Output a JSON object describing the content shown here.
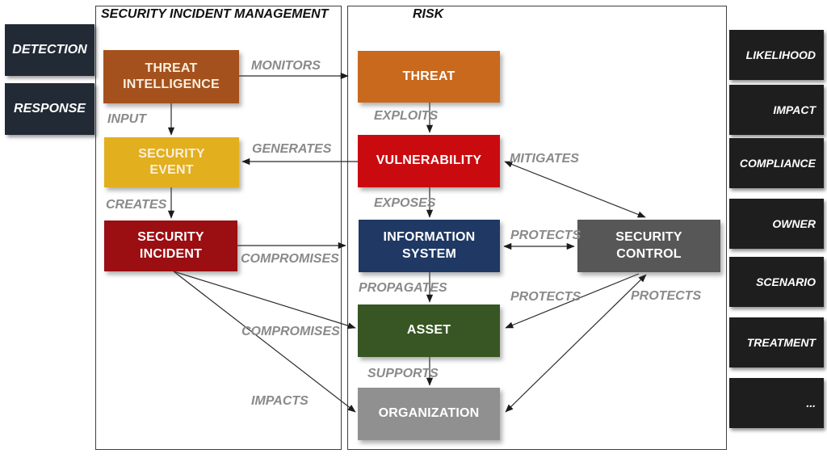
{
  "side_left": {
    "items": [
      {
        "label": "DETECTION"
      },
      {
        "label": "RESPONSE"
      }
    ],
    "bg_color": "#222A35"
  },
  "panels": {
    "sim": {
      "title": "SECURITY INCIDENT MANAGEMENT"
    },
    "risk": {
      "title": "RISK"
    }
  },
  "nodes": {
    "threat_intelligence": {
      "label": "THREAT\nINTELLIGENCE",
      "color": "#A5511E"
    },
    "security_event": {
      "label": "SECURITY\nEVENT",
      "color": "#E2AF1E"
    },
    "security_incident": {
      "label": "SECURITY\nINCIDENT",
      "color": "#9B0E11"
    },
    "threat": {
      "label": "THREAT",
      "color": "#C8691E"
    },
    "vulnerability": {
      "label": "VULNERABILITY",
      "color": "#C90B10"
    },
    "information_system": {
      "label": "INFORMATION\nSYSTEM",
      "color": "#1F3864"
    },
    "asset": {
      "label": "ASSET",
      "color": "#375623"
    },
    "organization": {
      "label": "ORGANIZATION",
      "color": "#909090"
    },
    "security_control": {
      "label": "SECURITY\nCONTROL",
      "color": "#575757"
    }
  },
  "edges": {
    "monitors": {
      "label": "MONITORS",
      "from": "threat_intelligence",
      "to": "threat"
    },
    "input": {
      "label": "INPUT",
      "from": "threat_intelligence",
      "to": "security_event"
    },
    "generates": {
      "label": "GENERATES",
      "from": "vulnerability",
      "to": "security_event"
    },
    "creates": {
      "label": "CREATES",
      "from": "security_event",
      "to": "security_incident"
    },
    "compromises_information_system": {
      "label": "COMPROMISES",
      "from": "security_incident",
      "to": "information_system"
    },
    "compromises_asset": {
      "label": "COMPROMISES",
      "from": "security_incident",
      "to": "asset"
    },
    "impacts": {
      "label": "IMPACTS",
      "from": "security_incident",
      "to": "organization"
    },
    "exploits": {
      "label": "EXPLOITS",
      "from": "threat",
      "to": "vulnerability"
    },
    "exposes": {
      "label": "EXPOSES",
      "from": "vulnerability",
      "to": "information_system"
    },
    "propagates": {
      "label": "PROPAGATES",
      "from": "information_system",
      "to": "asset"
    },
    "supports": {
      "label": "SUPPORTS",
      "from": "asset",
      "to": "organization"
    },
    "mitigates": {
      "label": "MITIGATES",
      "from": "security_control",
      "to": "vulnerability"
    },
    "protects_information_system": {
      "label": "PROTECTS",
      "from": "security_control",
      "to": "information_system"
    },
    "protects_asset": {
      "label": "PROTECTS",
      "from": "security_control",
      "to": "asset"
    },
    "protects_organization": {
      "label": "PROTECTS",
      "from": "security_control",
      "to": "organization"
    }
  },
  "side_right": {
    "items": [
      {
        "label": "LIKELIHOOD"
      },
      {
        "label": "IMPACT"
      },
      {
        "label": "COMPLIANCE"
      },
      {
        "label": "OWNER"
      },
      {
        "label": "SCENARIO"
      },
      {
        "label": "TREATMENT"
      },
      {
        "label": "..."
      }
    ],
    "bg_color": "#1E1E1E"
  },
  "colors": {
    "edge_label": "#8A8A8A",
    "panel_border": "#3F3F3F",
    "arrow": "#2B2B2B"
  }
}
